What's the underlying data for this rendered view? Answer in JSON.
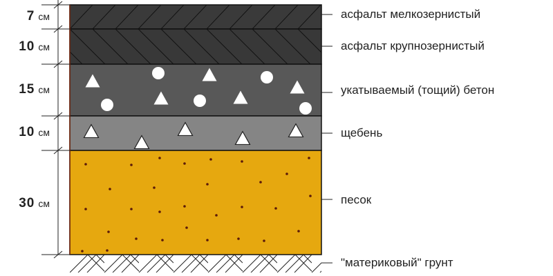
{
  "layers": [
    {
      "thickness": "7",
      "unit": "см",
      "name": "асфальт мелкозернистый",
      "color": "#3a3a3a"
    },
    {
      "thickness": "10",
      "unit": "см",
      "name": "асфальт крупнозернистый",
      "color": "#383838"
    },
    {
      "thickness": "15",
      "unit": "см",
      "name": "укатываемый (тощий) бетон",
      "color": "#585858"
    },
    {
      "thickness": "10",
      "unit": "см",
      "name": "щебень",
      "color": "#858585"
    },
    {
      "thickness": "30",
      "unit": "см",
      "name": "песок",
      "color": "#e6a80f"
    }
  ],
  "ground": {
    "name": "\"материковый\" грунт"
  }
}
